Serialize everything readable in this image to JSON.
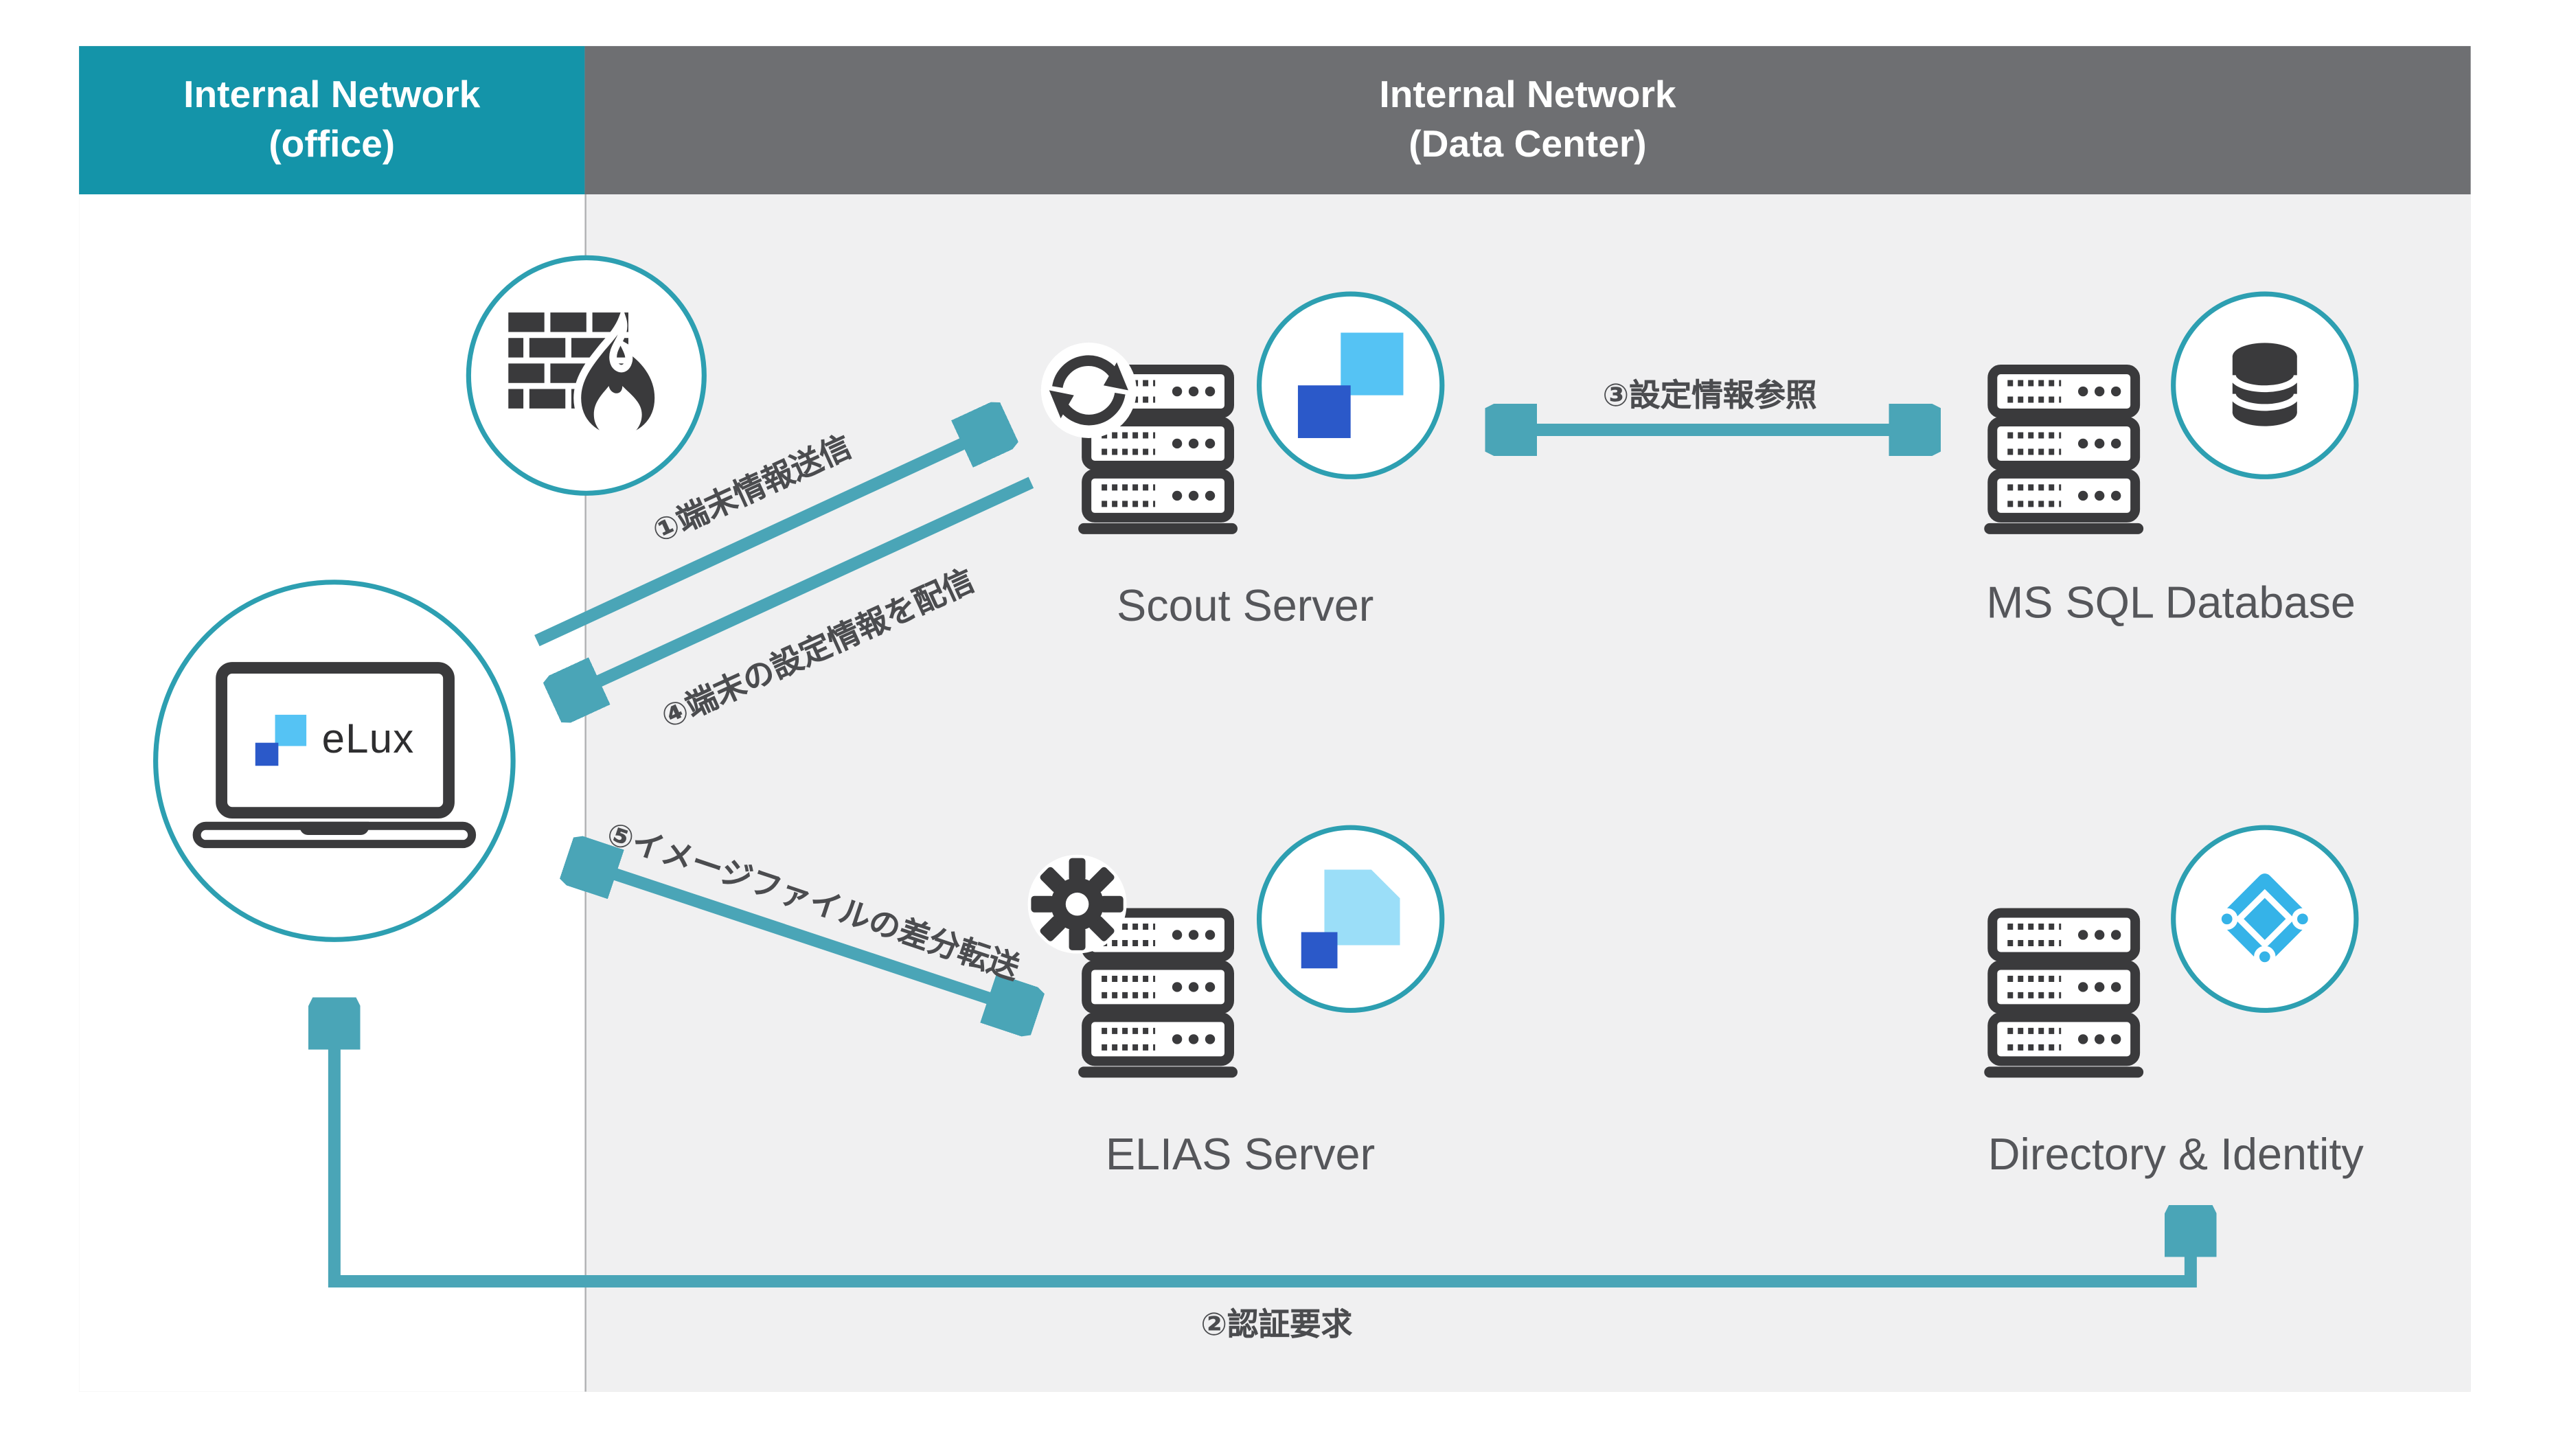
{
  "zones": {
    "office": {
      "line1": "Internal Network",
      "line2": "(office)"
    },
    "datacenter": {
      "line1": "Internal Network",
      "line2": "(Data Center)"
    }
  },
  "nodes": {
    "elux": {
      "label": "eLux"
    },
    "scout": {
      "label": "Scout Server"
    },
    "mssql": {
      "label": "MS SQL Database"
    },
    "elias": {
      "label": "ELIAS Server"
    },
    "directory": {
      "label": "Directory & Identity"
    }
  },
  "flows": {
    "terminal_info": {
      "label": "①端末情報送信"
    },
    "auth_request": {
      "label": "②認証要求"
    },
    "config_reference": {
      "label": "③設定情報参照"
    },
    "config_distribution": {
      "label": "④端末の設定情報を配信"
    },
    "image_transfer": {
      "label": "⑤イメージファイルの差分転送"
    }
  },
  "colors": {
    "office_header": "#1494a9",
    "datacenter_header": "#6e6f72",
    "datacenter_bg": "#f0f0f1",
    "arrow": "#4aa5b7",
    "circle_border": "#2d9fb1",
    "icon_dark": "#3a3a3c",
    "label_gray": "#55565a",
    "logo_dark_blue": "#2b59c9",
    "logo_light_blue": "#55c3f4",
    "azure_blue": "#35b3e8"
  }
}
